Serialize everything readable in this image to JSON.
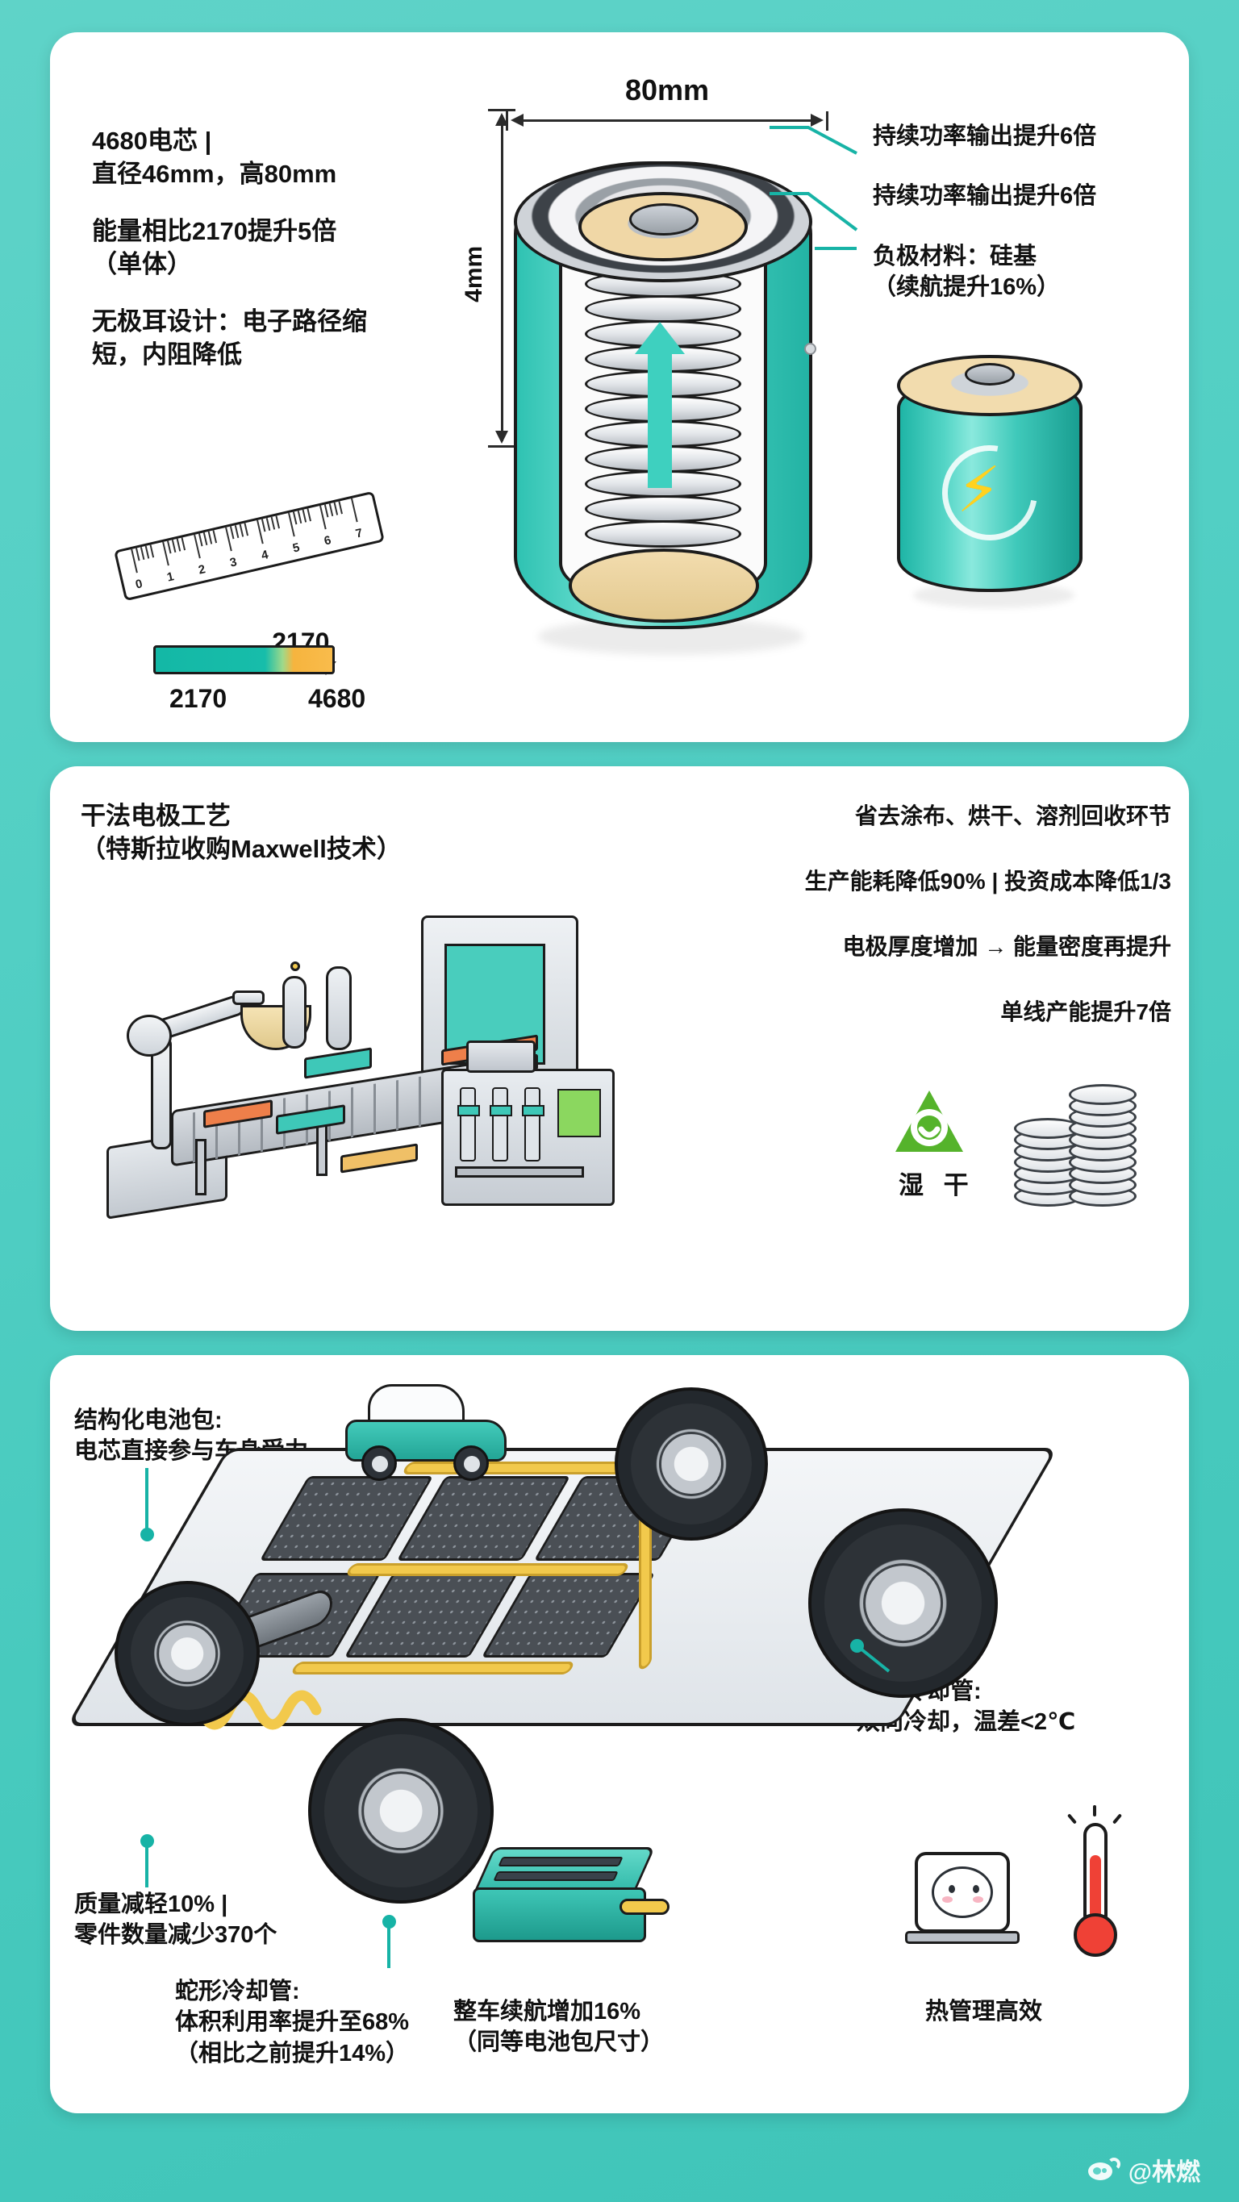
{
  "theme": {
    "background_teal": "#52cfc4",
    "panel_white": "#ffffff",
    "accent_teal": "#17b3a6",
    "gradient_start": "#14b8a6",
    "gradient_end": "#f6b43e",
    "recycle_green": "#55b32b",
    "bolt_yellow": "#ffd21f",
    "pipe_yellow": "#f2c94c",
    "thermo_red": "#ef4136"
  },
  "panel_cell": {
    "left_text": {
      "spec": "4680电芯 |\n直径46mm，高80mm",
      "energy": "能量相比2170提升5倍\n（单体）",
      "tabless": "无极耳设计：电子路径缩\n短，内阻降低"
    },
    "dimensions": {
      "width_label": "80mm",
      "height_label": "4mm"
    },
    "callouts": [
      {
        "text": "持续功率输出提升6倍"
      },
      {
        "text": "持续功率输出提升6倍"
      },
      {
        "text": "负极材料：硅基\n（续航提升16%）"
      }
    ],
    "ruler": {
      "ticks": [
        "0",
        "1",
        "2",
        "3",
        "4",
        "5",
        "6",
        "7"
      ]
    },
    "gradient_scale": {
      "marker_value": "2170",
      "label_left": "2170",
      "label_right": "4680"
    },
    "icons": {
      "battery_bolt": "lightning-bolt-icon",
      "recycle_arc": "charge-arc-icon"
    }
  },
  "panel_dry_electrode": {
    "title": "干法电极工艺\n（特斯拉收购Maxwell技术）",
    "bullets": [
      "省去涂布、烘干、溶剂回收环节",
      "生产能耗降低90% | 投资成本降低1/3",
      "电极厚度增加 → 能量密度再提升",
      "单线产能提升7倍"
    ],
    "wet_dry_label": "湿 干",
    "icons": {
      "recycle": "recycle-icon",
      "coins": "coin-stack-icon",
      "robot": "robot-arm-icon",
      "conveyor": "conveyor-belt-icon",
      "oven": "oven-icon",
      "press": "press-machine-icon"
    }
  },
  "panel_pack": {
    "callouts": {
      "structural": "结构化电池包:\n电芯直接参与车身受力",
      "weight": "质量减轻10% |\n零件数量减少370个",
      "cooling_volume": "蛇形冷却管:\n体积利用率提升至68%\n（相比之前提升14%）",
      "cooling_bidirectional": "蛇形冷却管:\n双向冷却，温差<2℃",
      "range": "整车续航增加16%\n（同等电池包尺寸）",
      "thermal": "热管理高效"
    },
    "icons": {
      "suv": "suv-car-icon",
      "wheel": "wheel-icon",
      "battery_module": "battery-module-icon",
      "cooling_pipe": "serpentine-cooling-pipe-icon",
      "pack_box": "battery-pack-box-icon",
      "scale": "weight-scale-icon",
      "thermometer": "thermometer-icon"
    }
  },
  "watermark": {
    "handle": "@林燃",
    "icon": "weibo-icon"
  }
}
